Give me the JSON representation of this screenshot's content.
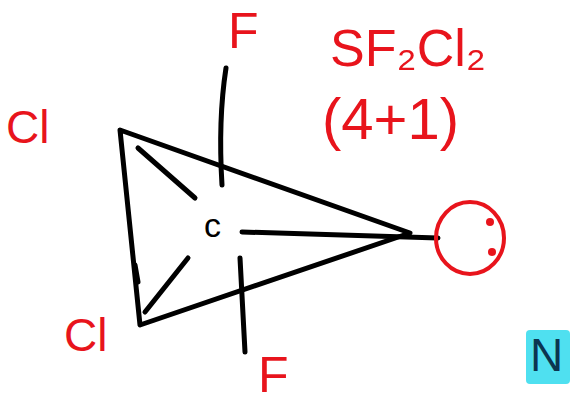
{
  "diagram": {
    "labels": [
      "F",
      "Cl",
      "Cl",
      "F",
      "c",
      "SF₂Cl₂",
      "(4+1)",
      "N"
    ]
  }
}
